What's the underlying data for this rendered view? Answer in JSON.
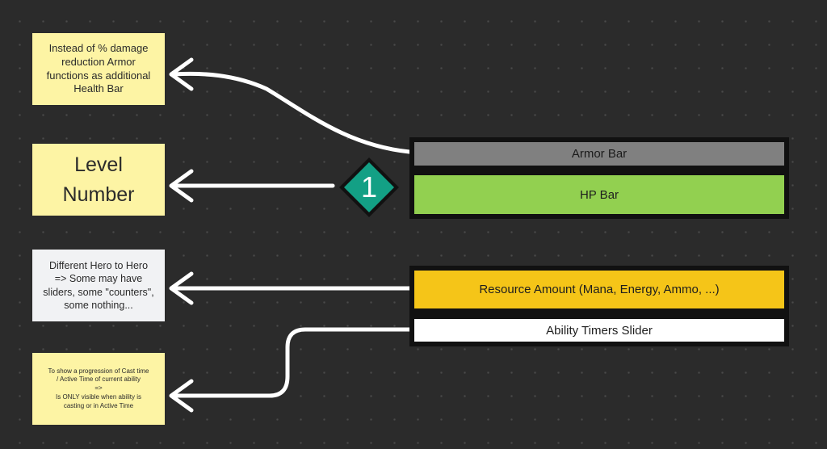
{
  "notes": {
    "armor": "Instead of % damage\nreduction Armor\nfunctions as additional\nHealth Bar",
    "level": "Level\nNumber",
    "hero": "Different Hero to Hero\n=> Some may have\nsliders, some \"counters\",\nsome nothing...",
    "timer": "To show a progression of Cast time\n/ Active Time of current ability\n=>\nIs ONLY visible when ability is\ncasting or in Active Time"
  },
  "bars": {
    "armor": "Armor Bar",
    "hp": "HP Bar",
    "resource": "Resource Amount (Mana, Energy, Ammo, ...)",
    "ability": "Ability Timers Slider"
  },
  "level_badge": "1",
  "colors": {
    "canvas": "#2b2b2b",
    "note_yellow": "#fdf4a4",
    "note_grey": "#f1f2f4",
    "armor_bar": "#808080",
    "hp_bar": "#92d050",
    "resource_bar": "#f5c518",
    "ability_bar": "#ffffff",
    "badge": "#13a085",
    "arrows": "#ffffff"
  }
}
